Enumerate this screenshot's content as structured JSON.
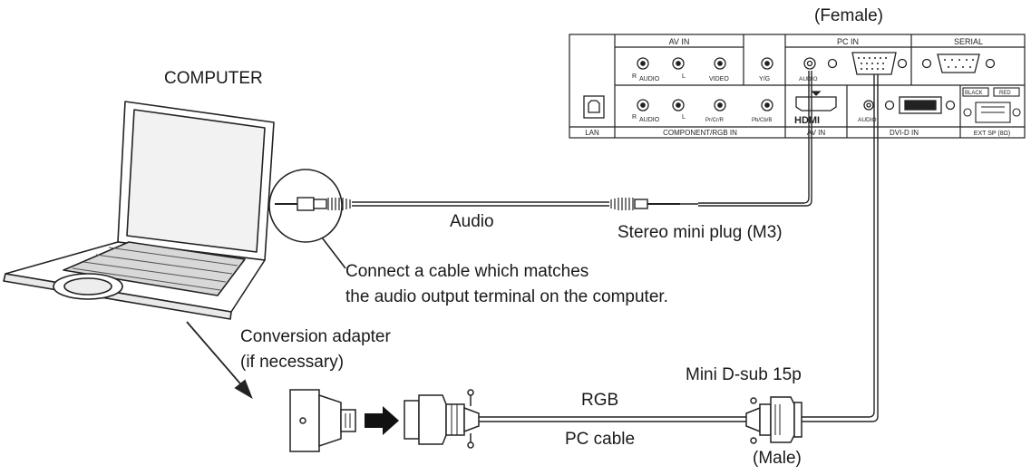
{
  "labels": {
    "female": "(Female)",
    "computer": "COMPUTER",
    "audio": "Audio",
    "stereo_plug": "Stereo mini plug (M3)",
    "note_line1": "Connect a cable which matches",
    "note_line2": "the audio output terminal on the computer.",
    "conversion_line1": "Conversion adapter",
    "conversion_line2": "(if necessary)",
    "mini_dsub": "Mini D-sub 15p",
    "rgb": "RGB",
    "pc_cable": "PC cable",
    "male": "(Male)"
  },
  "panel": {
    "av_in": "AV IN",
    "pc_in": "PC IN",
    "serial": "SERIAL",
    "r": "R",
    "l": "L",
    "audio_top": "AUDIO",
    "video": "VIDEO",
    "y_g": "Y/G",
    "audio_pc": "AUDIO",
    "audio_bottom": "AUDIO",
    "pb": "Pb/Cb/B",
    "pr": "Pr/Cr/R",
    "hdmi": "HDMI",
    "audio_dvi": "AUDIO",
    "black": "BLACK",
    "red": "RED",
    "lan": "LAN",
    "component": "COMPONENT/RGB IN",
    "av_in_bottom": "AV IN",
    "dvi": "DVI-D IN",
    "ext_sp": "EXT SP (8Ω)"
  }
}
